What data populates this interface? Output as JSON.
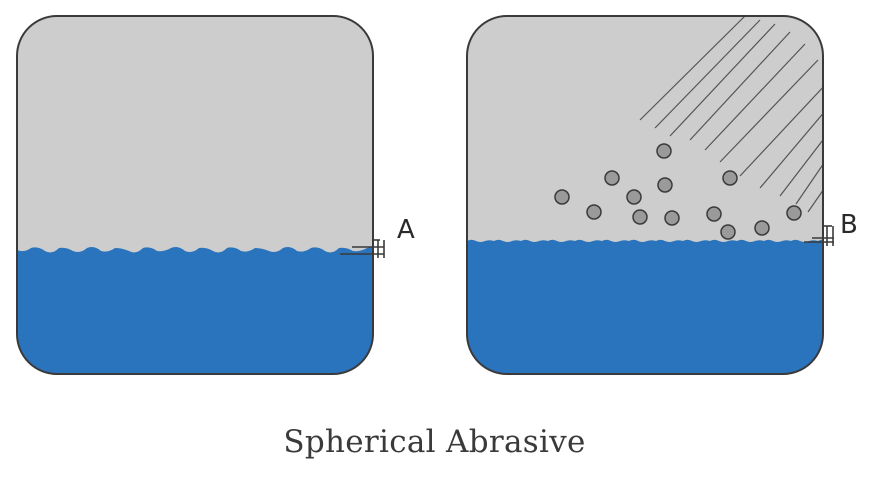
{
  "diagram": {
    "caption": "Spherical Abrasive",
    "panels": [
      {
        "id": "left",
        "label": "A"
      },
      {
        "id": "right",
        "label": "B"
      }
    ],
    "colors": {
      "upper_material": "#cdcdcd",
      "lower_material": "#2a73bd",
      "outline": "#3a3a3a",
      "abrasive_particle": "#9a9a9a",
      "trail_line": "#555555"
    }
  }
}
